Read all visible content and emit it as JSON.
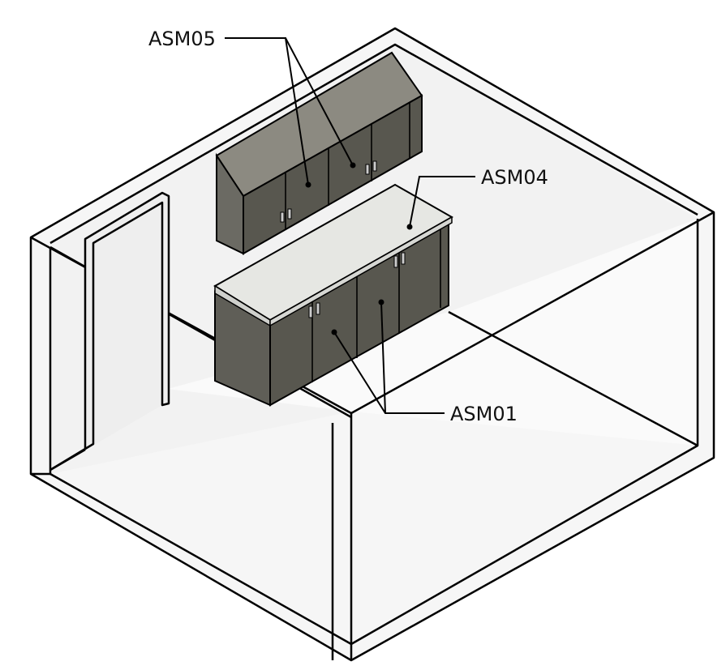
{
  "labels": {
    "upper_cabinet": "ASM05",
    "countertop": "ASM04",
    "base_cabinet": "ASM01"
  },
  "colors": {
    "cabinet_front": "#58574f",
    "cabinet_top": "#8a887f",
    "countertop": "#e6e7e3",
    "room_wall": "#f4f4f4"
  }
}
